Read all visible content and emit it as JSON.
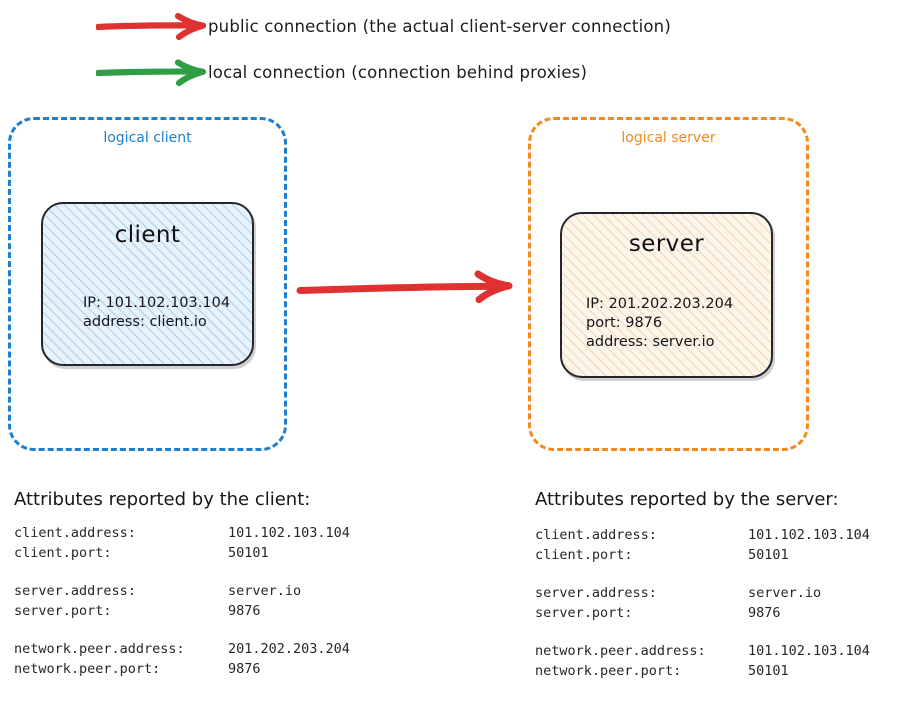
{
  "legend": {
    "items": [
      {
        "icon": "arrow-right-icon",
        "color": "#e03131",
        "label": "public connection (the actual client-server connection)"
      },
      {
        "icon": "arrow-right-icon",
        "color": "#2f9e44",
        "label": "local connection (connection behind proxies)"
      }
    ]
  },
  "diagram": {
    "connection_arrow": {
      "icon": "arrow-right-icon",
      "color": "#e03131",
      "kind": "public connection"
    },
    "client_group": {
      "caption": "logical client",
      "color": "#1d7fd0",
      "node": {
        "title": "client",
        "fill": "#e8f2fb",
        "hatch_color": "#a8cdeb",
        "lines": [
          "IP: 101.102.103.104",
          "address: client.io"
        ]
      }
    },
    "server_group": {
      "caption": "logical server",
      "color": "#f28b1e",
      "node": {
        "title": "server",
        "fill": "#fdf6ec",
        "hatch_color": "#f2d6ad",
        "lines": [
          "IP: 201.202.203.204",
          "port: 9876",
          "address: server.io"
        ]
      }
    }
  },
  "tables": {
    "client": {
      "heading": "Attributes reported by the client:",
      "groups": [
        [
          {
            "key": "client.address:",
            "value": "101.102.103.104"
          },
          {
            "key": "client.port:",
            "value": "50101"
          }
        ],
        [
          {
            "key": "server.address:",
            "value": "server.io"
          },
          {
            "key": "server.port:",
            "value": "9876"
          }
        ],
        [
          {
            "key": "network.peer.address:",
            "value": "201.202.203.204"
          },
          {
            "key": "network.peer.port:",
            "value": "9876"
          }
        ]
      ]
    },
    "server": {
      "heading": "Attributes reported by the server:",
      "groups": [
        [
          {
            "key": "client.address:",
            "value": "101.102.103.104"
          },
          {
            "key": "client.port:",
            "value": "50101"
          }
        ],
        [
          {
            "key": "server.address:",
            "value": "server.io"
          },
          {
            "key": "server.port:",
            "value": "9876"
          }
        ],
        [
          {
            "key": "network.peer.address:",
            "value": "101.102.103.104"
          },
          {
            "key": "network.peer.port:",
            "value": "50101"
          }
        ]
      ]
    }
  }
}
